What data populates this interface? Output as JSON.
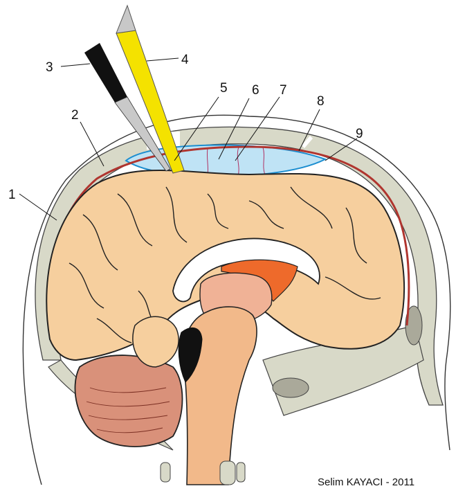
{
  "labels": [
    "1",
    "2",
    "3",
    "4",
    "5",
    "6",
    "7",
    "8",
    "9"
  ],
  "credit": "Selim KAYACI - 2011",
  "colors": {
    "skull": "#d8d9c8",
    "scalp": "#f2f2ec",
    "brain": "#f6cf9e",
    "brainstem": "#f2b98a",
    "cerebellum": "#d9917a",
    "ventricle": "#ee6a2b",
    "thalamus": "#f0b296",
    "csf": "#bfe3f5",
    "dura": "#b0352f",
    "probe": "#f4e200",
    "instrument": "#111111"
  }
}
